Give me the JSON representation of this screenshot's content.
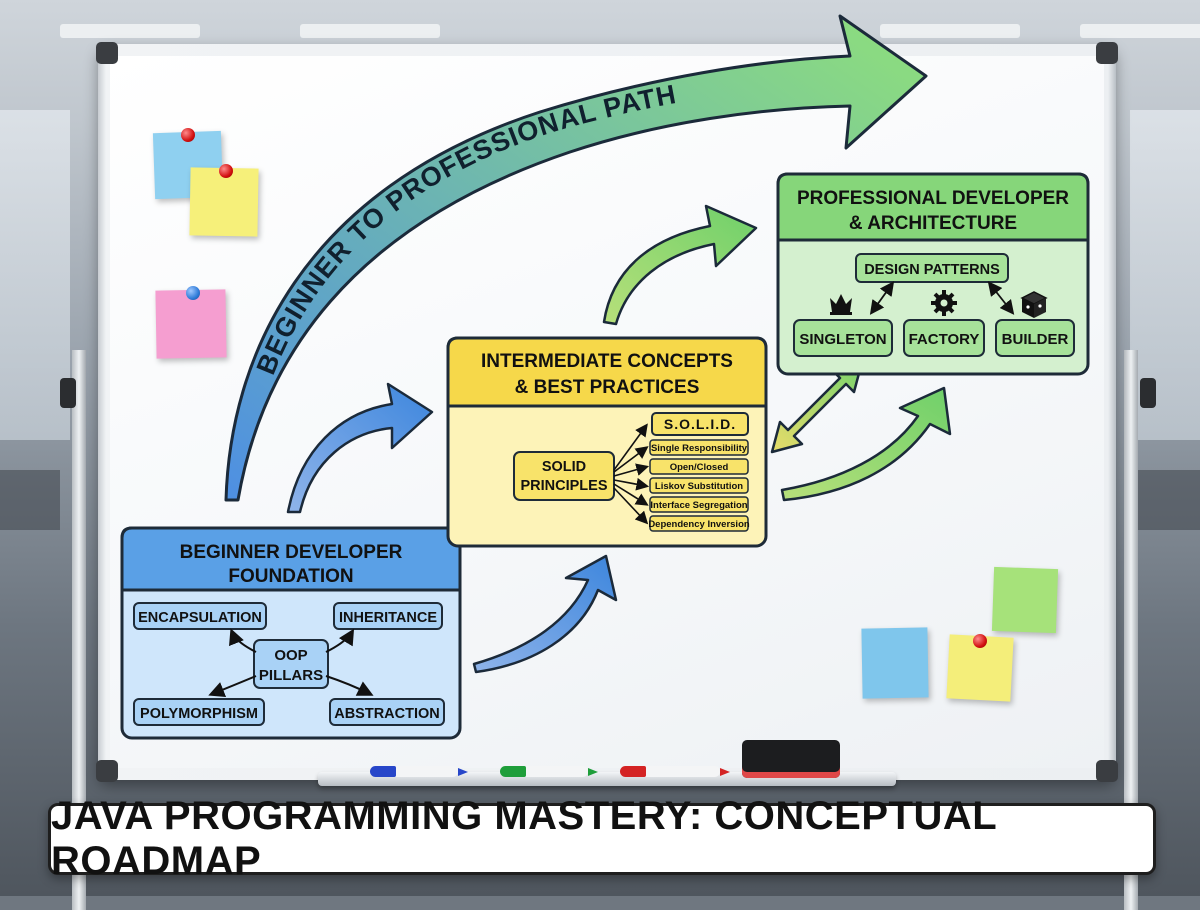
{
  "path_arrow_label": "BEGINNER TO PROFESSIONAL PATH",
  "beginner": {
    "title_line1": "BEGINNER DEVELOPER",
    "title_line2": "FOUNDATION",
    "center": [
      "OOP",
      "PILLARS"
    ],
    "items": [
      "ENCAPSULATION",
      "INHERITANCE",
      "POLYMORPHISM",
      "ABSTRACTION"
    ]
  },
  "intermediate": {
    "title_line1": "INTERMEDIATE CONCEPTS",
    "title_line2": "& BEST PRACTICES",
    "center": [
      "SOLID",
      "PRINCIPLES"
    ],
    "solid_header": "S.O.L.I.D.",
    "solid_items": [
      "Single Responsibility",
      "Open/Closed",
      "Liskov Substitution",
      "Interface Segregation",
      "Dependency Inversion"
    ]
  },
  "professional": {
    "title_line1": "PROFESSIONAL DEVELOPER",
    "title_line2": "& ARCHITECTURE",
    "design_patterns": "DESIGN PATTERNS",
    "patterns": [
      "SINGLETON",
      "FACTORY",
      "BUILDER"
    ],
    "pattern_icons": [
      "crown-icon",
      "gear-icon",
      "cube-icon"
    ]
  },
  "caption": "JAVA PROGRAMMING MASTERY: CONCEPTUAL ROADMAP",
  "colors": {
    "beginner_fill": "#cfe6fb",
    "beginner_header": "#5aa0e6",
    "intermediate_fill": "#fdf3b8",
    "intermediate_header": "#f6d84a",
    "professional_fill": "#d4f0cf",
    "professional_header": "#86d67a",
    "path_arrow_start": "#4e8fe3",
    "path_arrow_end": "#8fe07a"
  }
}
